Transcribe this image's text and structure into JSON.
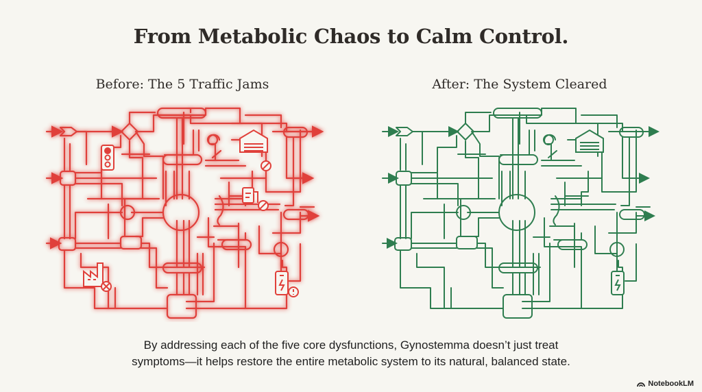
{
  "title": "From Metabolic Chaos to Calm Control.",
  "before": {
    "heading": "Before: The 5 Traffic Jams",
    "color": "#e0403a",
    "glow": "#f6b3ad",
    "icons": [
      "traffic-light-icon",
      "garage-closed-icon",
      "fuel-pump-blocked-icon",
      "factory-blocked-icon",
      "battery-warning-icon"
    ]
  },
  "after": {
    "heading": "After: The System Cleared",
    "color": "#2e7d4f",
    "icons": [
      "garage-open-icon",
      "battery-charged-icon"
    ]
  },
  "caption": {
    "line1": "By addressing each of the five core dysfunctions, Gynostemma doesn’t just treat",
    "line2": "symptoms—it helps restore the entire metabolic system to its natural, balanced state."
  },
  "brand": {
    "label": "NotebookLM",
    "icon": "notebooklm-logo-icon"
  }
}
